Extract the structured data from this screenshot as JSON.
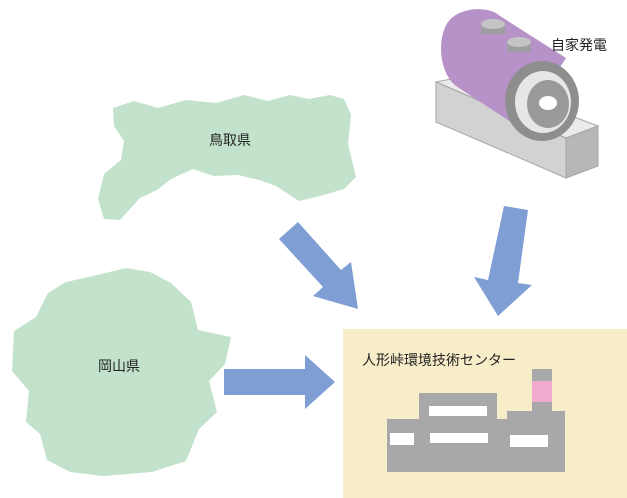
{
  "labels": {
    "tottori": "鳥取県",
    "okayama": "岡山県",
    "generator": "自家発電",
    "center": "人形峠環境技術センター"
  },
  "colors": {
    "region_fill": "#c2e2cb",
    "arrow": "#7f9fd4",
    "center_panel": "#f7edc8",
    "building": "#a8a8ab",
    "building_window": "#ffffff",
    "chimney_band": "#f0a9cf",
    "generator_body": "#b692c9",
    "generator_base_top": "#ebebeb",
    "generator_base_side": "#b7b7b7",
    "generator_end_cap": "#9a9a9a"
  },
  "icons": {
    "generator": "generator-icon",
    "facility": "factory-building-icon"
  }
}
